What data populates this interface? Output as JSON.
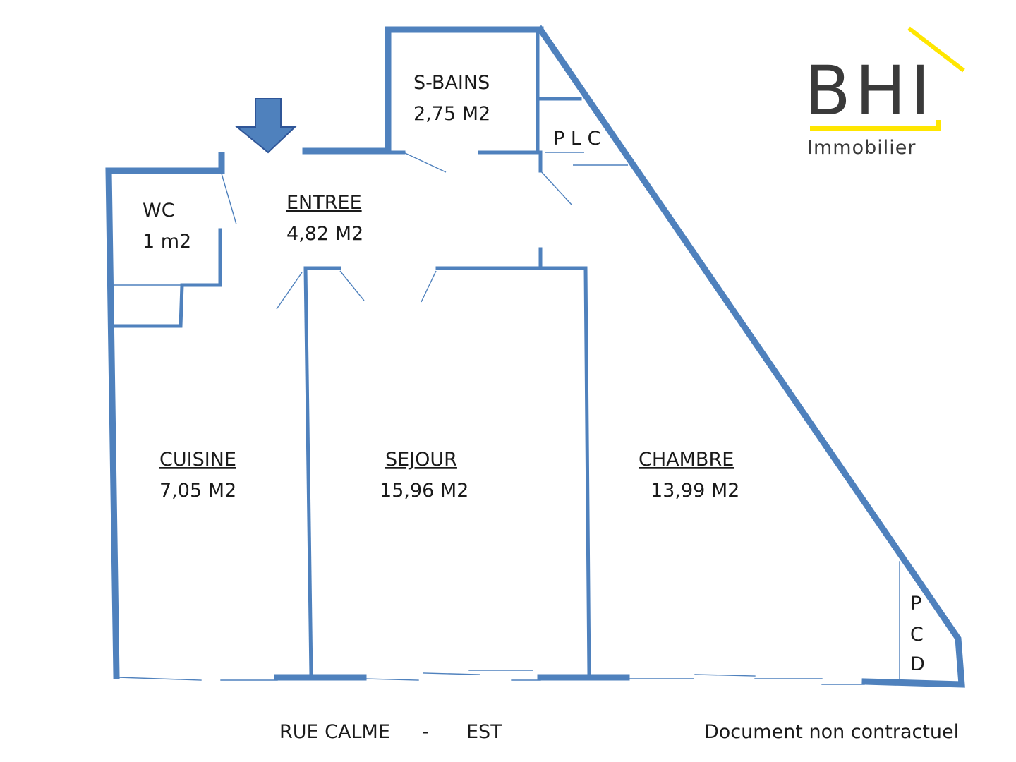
{
  "rooms": {
    "sbains": {
      "name": "S-BAINS",
      "area": "2,75 M2"
    },
    "plc": {
      "name": "P L C"
    },
    "wc": {
      "name": "WC",
      "area": "1 m2"
    },
    "entree": {
      "name": "ENTREE",
      "area": "4,82 M2"
    },
    "cuisine": {
      "name": "CUISINE",
      "area": "7,05 M2"
    },
    "sejour": {
      "name": "SEJOUR",
      "area": "15,96 M2"
    },
    "chambre": {
      "name": "CHAMBRE",
      "area": "13,99 M2"
    },
    "pcd": {
      "l1": "P",
      "l2": "C",
      "l3": "D"
    }
  },
  "footer": {
    "street": "RUE  CALME",
    "dash": "-",
    "orientation": "EST",
    "disclaimer": "Document non contractuel"
  },
  "logo": {
    "big": "BHI",
    "small": "Immobilier",
    "accent_color": "#ffe600",
    "text_color": "#3a3a3a"
  },
  "colors": {
    "wall": "#4f81bd",
    "arrow_fill": "#4f81bd",
    "arrow_stroke": "#2f5597"
  },
  "icons": {
    "entry": "entry-arrow-icon"
  }
}
